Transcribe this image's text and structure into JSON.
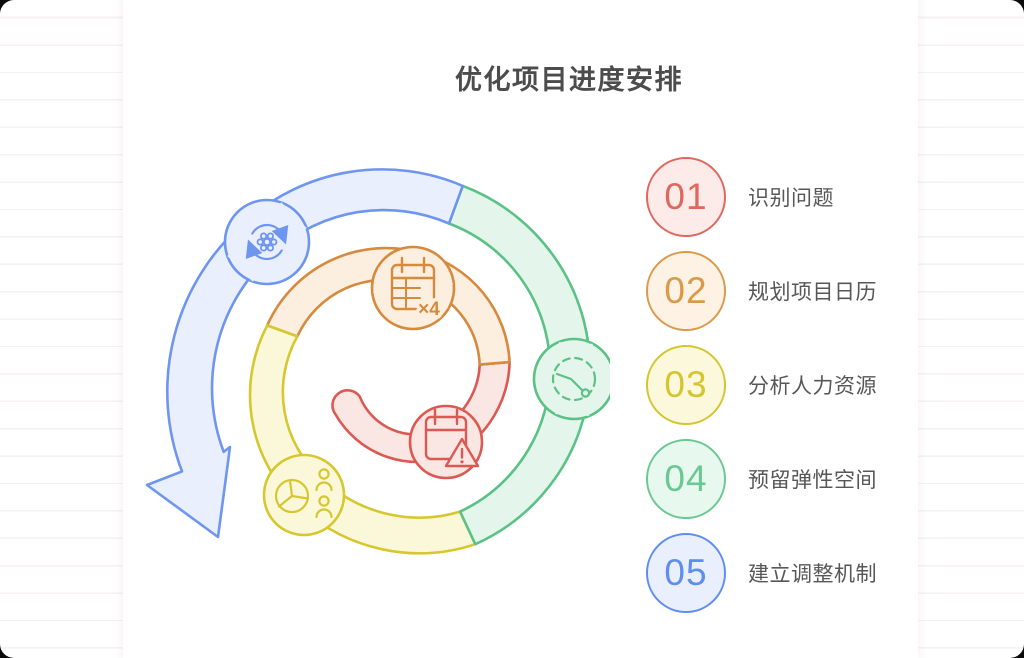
{
  "page": {
    "title": "优化项目进度安排"
  },
  "steps": [
    {
      "number": "01",
      "label": "识别问题",
      "color": "#df675d",
      "fill": "#fcebe9"
    },
    {
      "number": "02",
      "label": "规划项目日历",
      "color": "#da9a4a",
      "fill": "#fdf2e4"
    },
    {
      "number": "03",
      "label": "分析人力资源",
      "color": "#d5c52f",
      "fill": "#fbf8dc"
    },
    {
      "number": "04",
      "label": "预留弹性空间",
      "color": "#6bc892",
      "fill": "#e7f8ee"
    },
    {
      "number": "05",
      "label": "建立调整机制",
      "color": "#5e8ef1",
      "fill": "#e9effc"
    }
  ],
  "spiral": {
    "segments": [
      {
        "name": "identify-problems",
        "icon": "calendar-alert-icon",
        "stroke": "#db5952",
        "fill": "#fae6e3"
      },
      {
        "name": "plan-calendar",
        "icon": "calendar-x4-icon",
        "stroke": "#d68a3e",
        "fill": "#fcefdf",
        "icon_label": "×4"
      },
      {
        "name": "analyze-resources",
        "icon": "pie-people-icon",
        "stroke": "#d7c72f",
        "fill": "#fbf8da"
      },
      {
        "name": "reserve-flexibility",
        "icon": "timer-icon",
        "stroke": "#5ac285",
        "fill": "#e4f6eb"
      },
      {
        "name": "adjustment-mechanism",
        "icon": "sync-gear-icon",
        "stroke": "#6e95ef",
        "fill": "#e9effd"
      }
    ]
  }
}
